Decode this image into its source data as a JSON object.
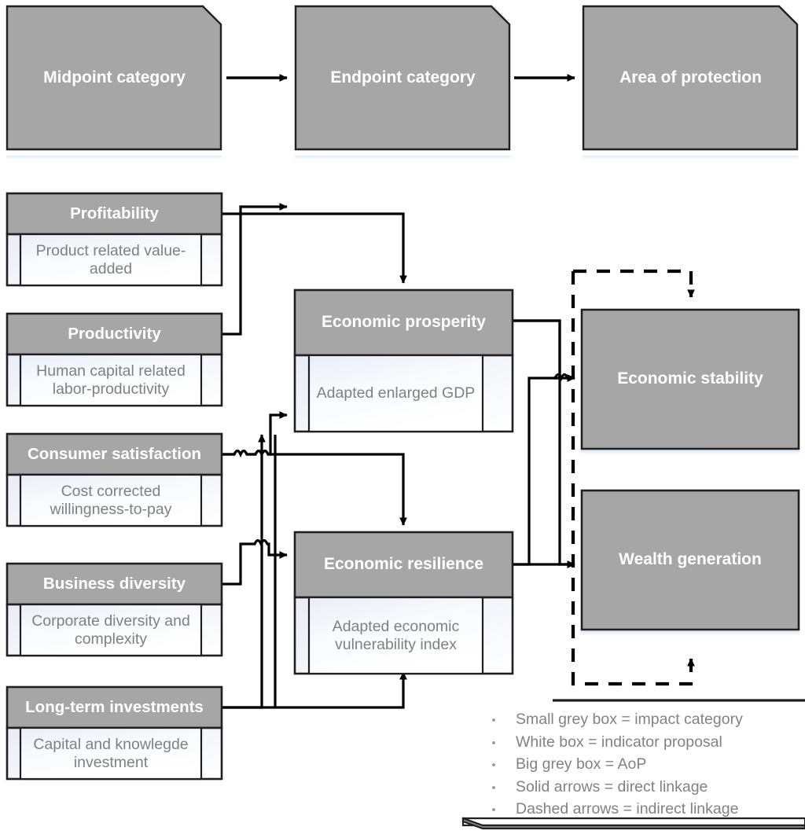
{
  "diagram": {
    "title_row": [
      {
        "id": "midpoint-category",
        "label": "Midpoint category"
      },
      {
        "id": "endpoint-category",
        "label": "Endpoint category"
      },
      {
        "id": "area-of-protection",
        "label": "Area of protection"
      }
    ],
    "midpoint_categories": [
      {
        "id": "profitability",
        "header": "Profitability",
        "indicator": "Product related value-added"
      },
      {
        "id": "productivity",
        "header": "Productivity",
        "indicator": "Human capital related labor-productivity"
      },
      {
        "id": "consumer-satisfaction",
        "header": "Consumer satisfaction",
        "indicator": "Cost corrected willingness-to-pay"
      },
      {
        "id": "business-diversity",
        "header": "Business diversity",
        "indicator": "Corporate diversity and complexity"
      },
      {
        "id": "long-term-investments",
        "header": "Long-term investments",
        "indicator": "Capital and knowlegde investment"
      }
    ],
    "endpoint_categories": [
      {
        "id": "economic-prosperity",
        "header": "Economic prosperity",
        "indicator": "Adapted enlarged GDP"
      },
      {
        "id": "economic-resilience",
        "header": "Economic resilience",
        "indicator": "Adapted economic vulnerability index"
      }
    ],
    "areas_of_protection": [
      {
        "id": "economic-stability",
        "label": "Economic stability"
      },
      {
        "id": "wealth-generation",
        "label": "Wealth generation"
      }
    ],
    "legend": {
      "bullet": "•",
      "items": [
        "Small grey box = impact category",
        "White box = indicator proposal",
        "Big grey box = AoP",
        "Solid arrows = direct linkage",
        "Dashed arrows = indirect linkage"
      ]
    },
    "colors": {
      "grey_box": "#a6a6a6",
      "box_outline": "#231f20",
      "indicator_text": "#7f8083",
      "header_text": "#ffffff",
      "legend_text": "#808285",
      "arrow": "#000000",
      "shadow_glow": "#eaf1fb"
    }
  }
}
